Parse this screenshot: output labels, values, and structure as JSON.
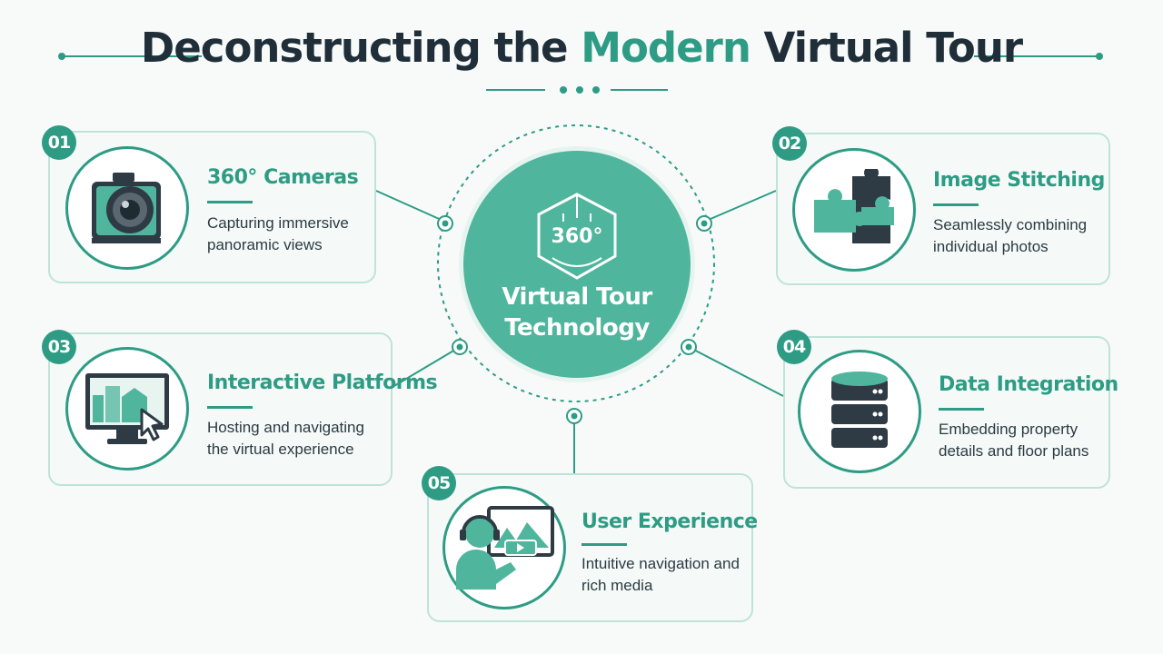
{
  "title": {
    "part1": "Deconstructing the ",
    "accent": "Modern",
    "part2": " Virtual Tour"
  },
  "hub": {
    "line1": "Virtual Tour",
    "line2": "Technology",
    "icon_label": "360°",
    "icon": "360-cube-icon"
  },
  "colors": {
    "accent": "#2e9c84",
    "hub": "#4fb59d",
    "dark": "#1f2e38",
    "card_border": "#bfe3d8"
  },
  "items": [
    {
      "number": "01",
      "title": "360° Cameras",
      "desc": "Capturing immersive panoramic views",
      "icon": "camera-icon"
    },
    {
      "number": "02",
      "title": "Image Stitching",
      "desc": "Seamlessly combining individual photos",
      "icon": "puzzle-icon"
    },
    {
      "number": "03",
      "title": "Interactive Platforms",
      "desc": "Hosting and navigating the virtual experience",
      "icon": "monitor-cursor-icon"
    },
    {
      "number": "04",
      "title": "Data Integration",
      "desc": "Embedding property details and floor plans",
      "icon": "database-icon"
    },
    {
      "number": "05",
      "title": "User Experience",
      "desc": "Intuitive navigation and rich media",
      "icon": "user-headset-icon"
    }
  ]
}
